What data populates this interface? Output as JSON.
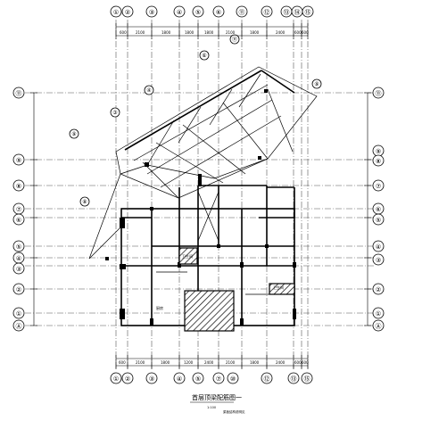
{
  "drawing": {
    "title": "首层顶梁配筋图一",
    "scale": "1:100",
    "note": "梁板结构说明见"
  },
  "axes": {
    "top": [
      "①",
      "②",
      "③",
      "④",
      "⑤",
      "⑥",
      "⑪",
      "⑫",
      "⑬",
      "⑭",
      "⑮"
    ],
    "bottom": [
      "①",
      "②",
      "③",
      "④",
      "⑤",
      "⑦",
      "⑩",
      "⑫",
      "⑬",
      "⑮"
    ],
    "left": [
      "⑪",
      "⑨",
      "⑧",
      "⑦",
      "⑥",
      "⑤",
      "④",
      "③",
      "②",
      "①",
      "Ⓐ"
    ],
    "right": [
      "⑪",
      "⑨",
      "⑧",
      "⑦",
      "⑥",
      "⑤",
      "④",
      "③",
      "②",
      "①",
      "Ⓐ"
    ]
  },
  "dimensions": {
    "top": [
      "600",
      "2100",
      "1800",
      "1800",
      "1800",
      "2100",
      "1800",
      "2400",
      "600",
      "600"
    ],
    "bottom": [
      "600",
      "2100",
      "1800",
      "1200",
      "2400",
      "2100",
      "1800",
      "2400",
      "600",
      "600"
    ]
  },
  "rooms": [
    "卫生间",
    "卫生间",
    "厨房"
  ]
}
